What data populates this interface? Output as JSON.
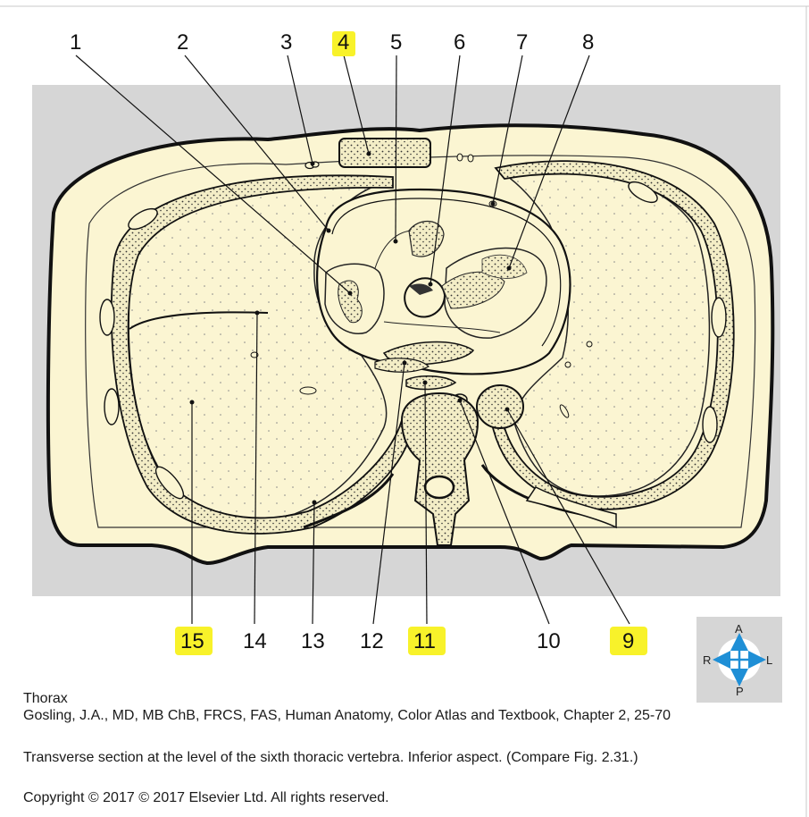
{
  "figure": {
    "labels": [
      "1",
      "2",
      "3",
      "4",
      "5",
      "6",
      "7",
      "8",
      "9",
      "10",
      "11",
      "12",
      "13",
      "14",
      "15"
    ],
    "highlighted_labels": [
      "4",
      "9",
      "11",
      "15"
    ],
    "compass": {
      "anterior": "A",
      "posterior": "P",
      "right": "R",
      "left": "L"
    },
    "colors": {
      "background_panel": "#d6d6d6",
      "tissue": "#fbf5d2",
      "bone_stipple": "#f3edc6",
      "highlight": "#f8f22a",
      "arrows": "#1f8fd6"
    }
  },
  "caption": {
    "section": "Thorax",
    "source": "Gosling, J.A., MD, MB ChB, FRCS, FAS, Human Anatomy, Color Atlas and Textbook, Chapter 2, 25-70",
    "description": "Transverse section at the level of the sixth thoracic vertebra. Inferior aspect. (Compare Fig. 2.31.)",
    "copyright": "Copyright ©  2017   © 2017 Elsevier Ltd. All rights reserved."
  }
}
